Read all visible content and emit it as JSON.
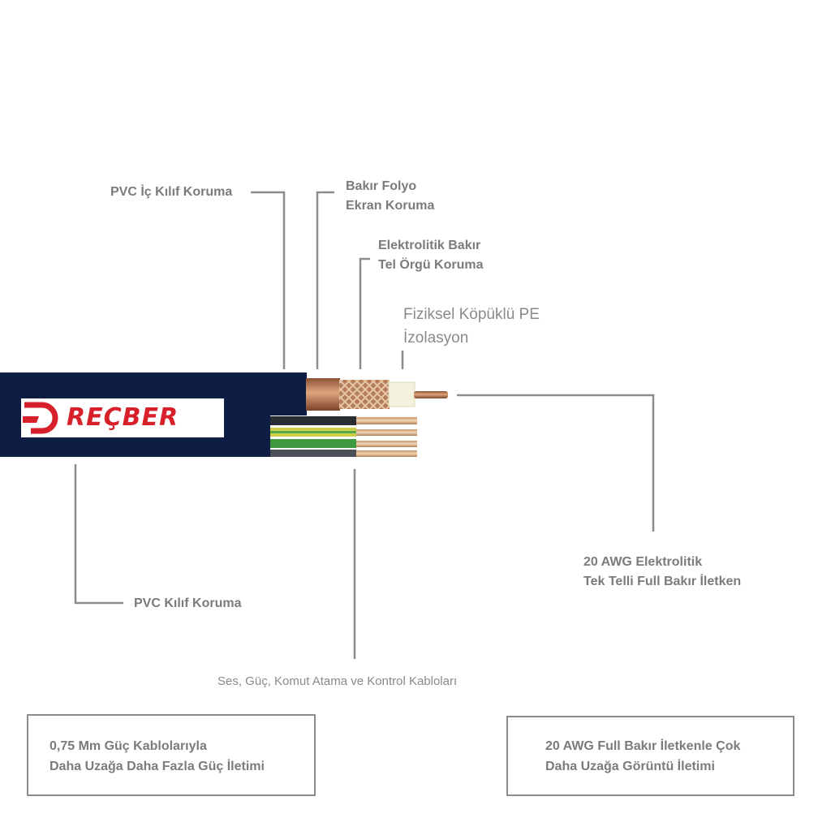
{
  "brand": {
    "logo_text": "REÇBER",
    "logo_color": "#d8202a"
  },
  "colors": {
    "jacket": "#0e1d43",
    "leader_line": "#8c8c8c",
    "label_text": "#7b7b7b",
    "copper": "#b97a55"
  },
  "labels": {
    "pvc_inner_jacket": "PVC İç Kılıf Koruma",
    "copper_foil_1": "Bakır Folyo",
    "copper_foil_2": "Ekran Koruma",
    "braid_1": "Elektrolitik Bakır",
    "braid_2": "Tel Örgü Koruma",
    "foam_pe_1": "Fiziksel Köpüklü PE",
    "foam_pe_2": "İzolasyon",
    "conductor_1": "20 AWG Elektrolitik",
    "conductor_2": "Tek Telli Full Bakır İletken",
    "pvc_outer_jacket": "PVC Kılıf Koruma",
    "control_cables": "Ses, Güç, Komut Atama ve Kontrol  Kabloları"
  },
  "boxes": {
    "left_line_1": "0,75 Mm Güç Kablolarıyla",
    "left_line_2": "Daha Uzağa Daha Fazla Güç İletimi",
    "right_line_1": "20 AWG Full Bakır İletkenle Çok",
    "right_line_2": "Daha Uzağa Görüntü İletimi"
  }
}
